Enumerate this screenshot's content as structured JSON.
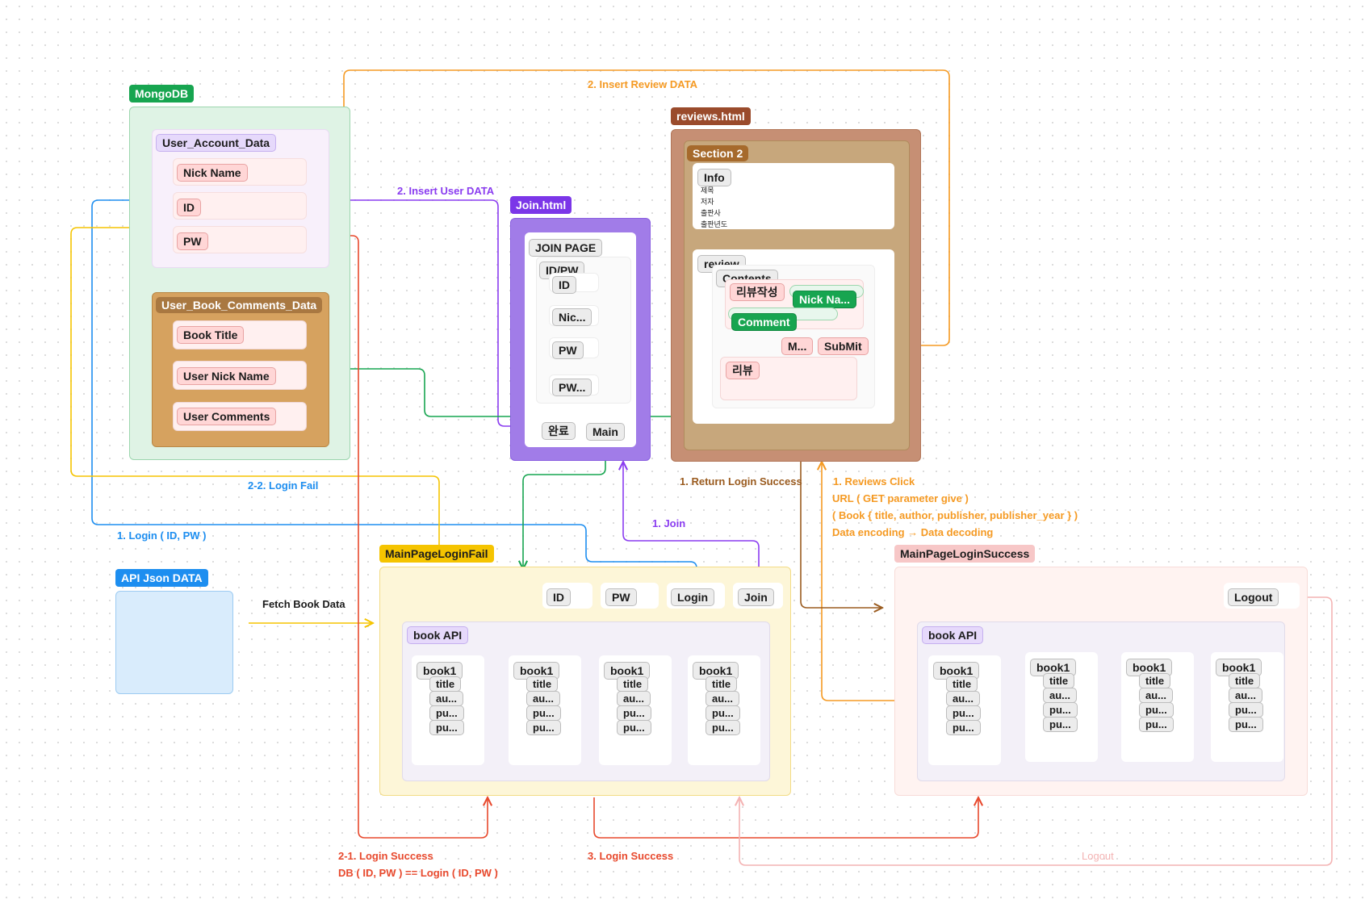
{
  "colors": {
    "mongo": "#17a550",
    "api": "#1d8ef0",
    "join": "#7b36e8",
    "reviews": "#9a4b2c",
    "fail": "#f5c400",
    "success": "#f7b5b5",
    "arrow_blue": "#1d8ef0",
    "arrow_purple": "#8a3cf0",
    "arrow_orange": "#f59a23",
    "arrow_green": "#17a550",
    "arrow_red": "#e8492d",
    "arrow_brown": "#9a5b1f",
    "arrow_yellow": "#f5c400",
    "arrow_pink": "#f4b3b3"
  },
  "mongodb": {
    "label": "MongoDB",
    "user_account": {
      "label": "User_Account_Data",
      "fields": [
        "Nick Name",
        "ID",
        "PW"
      ]
    },
    "user_book_comments": {
      "label": "User_Book_Comments_Data",
      "fields": [
        "Book Title",
        "User Nick Name",
        "User Comments"
      ]
    }
  },
  "api_json": {
    "label": "API Json DATA"
  },
  "join_page": {
    "frame_label": "Join.html",
    "title": "JOIN PAGE",
    "idpw_group": "ID/PW",
    "fields": [
      "ID",
      "Nic...",
      "PW",
      "PW..."
    ],
    "submit": "완료",
    "main": "Main"
  },
  "reviews_page": {
    "frame_label": "reviews.html",
    "section": "Section 2",
    "info": {
      "label": "Info",
      "lines": [
        "제목",
        "저자",
        "출판사",
        "출판년도"
      ]
    },
    "review": {
      "label": "review",
      "contents": "Contents",
      "write": "리뷰작성",
      "nickname": "Nick Na...",
      "comment": "Comment",
      "m_button": "M...",
      "submit": "SubMit",
      "list": "리뷰"
    }
  },
  "fail_page": {
    "frame_label": "MainPageLoginFail",
    "header_items": [
      "ID",
      "PW",
      "Login",
      "Join"
    ],
    "book_api": "book API",
    "books": [
      {
        "name": "book1",
        "fields": [
          "title",
          "au...",
          "pu...",
          "pu..."
        ]
      },
      {
        "name": "book1",
        "fields": [
          "title",
          "au...",
          "pu...",
          "pu..."
        ]
      },
      {
        "name": "book1",
        "fields": [
          "title",
          "au...",
          "pu...",
          "pu..."
        ]
      },
      {
        "name": "book1",
        "fields": [
          "title",
          "au...",
          "pu...",
          "pu..."
        ]
      }
    ]
  },
  "success_page": {
    "frame_label": "MainPageLoginSuccess",
    "logout": "Logout",
    "book_api": "book API",
    "books": [
      {
        "name": "book1",
        "fields": [
          "title",
          "au...",
          "pu...",
          "pu..."
        ]
      },
      {
        "name": "book1",
        "fields": [
          "title",
          "au...",
          "pu...",
          "pu..."
        ]
      },
      {
        "name": "book1",
        "fields": [
          "title",
          "au...",
          "pu...",
          "pu..."
        ]
      },
      {
        "name": "book1",
        "fields": [
          "title",
          "au...",
          "pu...",
          "pu..."
        ]
      }
    ]
  },
  "annotations": {
    "insert_review": "2.  Insert Review DATA",
    "insert_user": "2.  Insert User DATA",
    "login_fail": "2-2. Login Fail",
    "login_id_pw": "1.  Login ( ID, PW )",
    "fetch_book": "Fetch Book Data",
    "return_login_success": "1.  Return Login Success",
    "join": "1.  Join",
    "reviews_click": "1.  Reviews Click",
    "url_get": "URL ( GET parameter give )",
    "book_params": "( Book { title, author, publisher, publisher_year } )",
    "encoding": "Data encoding → Data decoding",
    "login_success_21": "2-1. Login Success",
    "db_compare": "DB ( ID, PW ) == Login ( ID, PW )",
    "login_success_3": "3. Login Success",
    "logout": "Logout"
  }
}
